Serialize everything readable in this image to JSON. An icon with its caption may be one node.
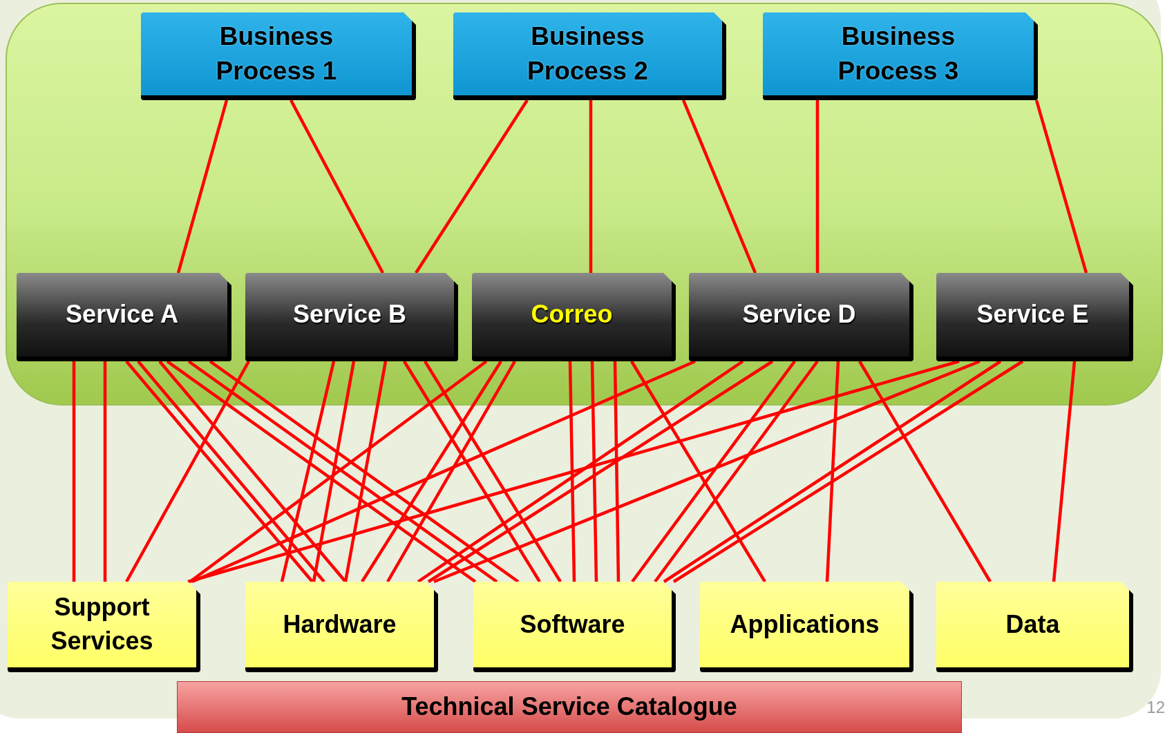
{
  "diagram": {
    "nodes": [
      {
        "text": [
          "Business Process 1"
        ]
      },
      {
        "text": [
          "Business Process 2"
        ]
      },
      {
        "text": [
          "Business Process 3"
        ]
      },
      {
        "text": [
          "Service A"
        ]
      },
      {
        "text": [
          "Service B"
        ]
      },
      {
        "text": [
          "Correo"
        ]
      },
      {
        "text": [
          "Service D"
        ]
      },
      {
        "text": [
          "Service E"
        ]
      },
      {
        "text": [
          "Support Services"
        ]
      },
      {
        "text": [
          "Hardware"
        ]
      },
      {
        "text": [
          "Software"
        ]
      },
      {
        "text": [
          "Applications"
        ]
      },
      {
        "text": [
          "Data"
        ]
      },
      {
        "text": [
          "Technical Service Catalogue"
        ]
      }
    ],
    "edges": [
      {
        "from": 0,
        "to": 3,
        "arrow": "none"
      },
      {
        "from": 0,
        "to": 4,
        "arrow": "none"
      },
      {
        "from": 1,
        "to": 4,
        "arrow": "none"
      },
      {
        "from": 1,
        "to": 5,
        "arrow": "none"
      },
      {
        "from": 1,
        "to": 6,
        "arrow": "none"
      },
      {
        "from": 2,
        "to": 6,
        "arrow": "none"
      },
      {
        "from": 2,
        "to": 7,
        "arrow": "none"
      },
      {
        "from": 3,
        "to": 8,
        "arrow": "none"
      },
      {
        "from": 3,
        "to": 8,
        "arrow": "none"
      },
      {
        "from": 3,
        "to": 9,
        "arrow": "none"
      },
      {
        "from": 3,
        "to": 9,
        "arrow": "none"
      },
      {
        "from": 3,
        "to": 9,
        "arrow": "none"
      },
      {
        "from": 3,
        "to": 10,
        "arrow": "none"
      },
      {
        "from": 3,
        "to": 10,
        "arrow": "none"
      },
      {
        "from": 3,
        "to": 10,
        "arrow": "none"
      },
      {
        "from": 4,
        "to": 8,
        "arrow": "none"
      },
      {
        "from": 4,
        "to": 9,
        "arrow": "none"
      },
      {
        "from": 4,
        "to": 9,
        "arrow": "none"
      },
      {
        "from": 4,
        "to": 9,
        "arrow": "none"
      },
      {
        "from": 4,
        "to": 10,
        "arrow": "none"
      },
      {
        "from": 4,
        "to": 10,
        "arrow": "none"
      },
      {
        "from": 5,
        "to": 8,
        "arrow": "none"
      },
      {
        "from": 5,
        "to": 9,
        "arrow": "none"
      },
      {
        "from": 5,
        "to": 9,
        "arrow": "none"
      },
      {
        "from": 5,
        "to": 10,
        "arrow": "none"
      },
      {
        "from": 5,
        "to": 10,
        "arrow": "none"
      },
      {
        "from": 5,
        "to": 10,
        "arrow": "none"
      },
      {
        "from": 5,
        "to": 11,
        "arrow": "none"
      },
      {
        "from": 6,
        "to": 8,
        "arrow": "none"
      },
      {
        "from": 6,
        "to": 9,
        "arrow": "none"
      },
      {
        "from": 6,
        "to": 9,
        "arrow": "none"
      },
      {
        "from": 6,
        "to": 10,
        "arrow": "none"
      },
      {
        "from": 6,
        "to": 10,
        "arrow": "none"
      },
      {
        "from": 6,
        "to": 11,
        "arrow": "none"
      },
      {
        "from": 6,
        "to": 12,
        "arrow": "none"
      },
      {
        "from": 7,
        "to": 8,
        "arrow": "none"
      },
      {
        "from": 7,
        "to": 9,
        "arrow": "none"
      },
      {
        "from": 7,
        "to": 10,
        "arrow": "none"
      },
      {
        "from": 7,
        "to": 10,
        "arrow": "none"
      },
      {
        "from": 7,
        "to": 12,
        "arrow": "none"
      }
    ],
    "labels": [
      "12"
    ]
  }
}
